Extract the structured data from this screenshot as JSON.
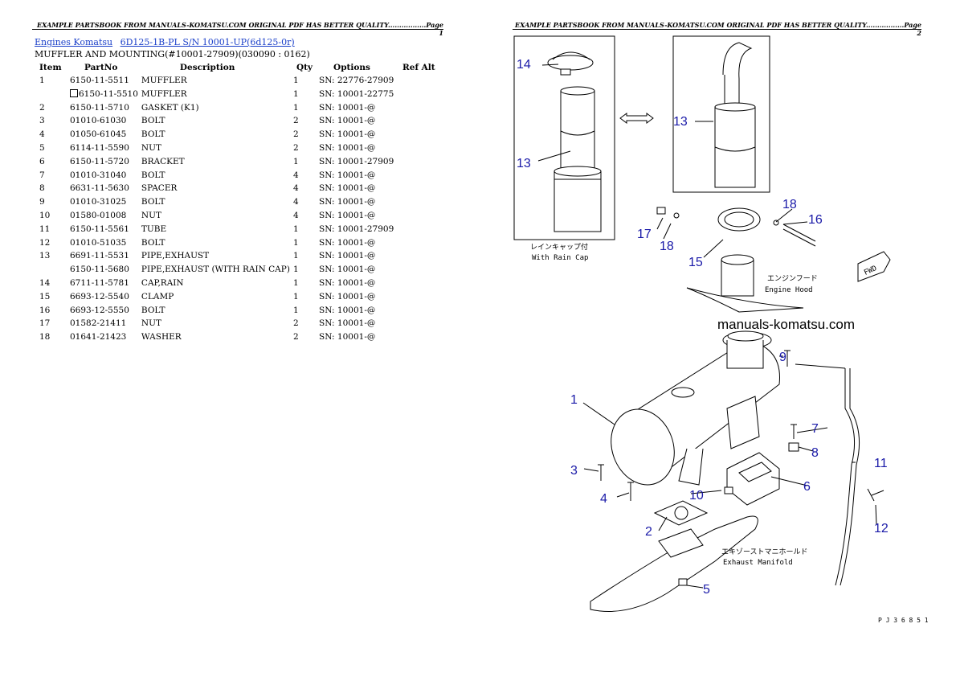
{
  "header": {
    "page1": "EXAMPLE PARTSBOOK FROM MANUALS-KOMATSU.COM ORIGINAL PDF HAS BETTER QUALITY.................Page 1",
    "page2": "EXAMPLE PARTSBOOK FROM MANUALS-KOMATSU.COM ORIGINAL PDF HAS BETTER QUALITY.................Page 2"
  },
  "breadcrumb": {
    "link1": "Engines Komatsu",
    "link2": "6D125-1B-PL S/N 10001-UP(6d125-0r)"
  },
  "subtitle": "MUFFLER AND MOUNTING(#10001-27909)(030090 : 0162)",
  "table": {
    "headers": [
      "Item",
      "PartNo",
      "Description",
      "Qty",
      "Options",
      "Ref Alt"
    ],
    "rows": [
      {
        "item": "1",
        "partno": "6150-11-5511",
        "desc": "MUFFLER",
        "qty": "1",
        "options": "SN: 22776-27909",
        "alt": false
      },
      {
        "item": "",
        "partno": "6150-11-5510",
        "desc": "MUFFLER",
        "qty": "1",
        "options": "SN: 10001-22775",
        "alt": true
      },
      {
        "item": "2",
        "partno": "6150-11-5710",
        "desc": "GASKET (K1)",
        "qty": "1",
        "options": "SN: 10001-@",
        "alt": false
      },
      {
        "item": "3",
        "partno": "01010-61030",
        "desc": "BOLT",
        "qty": "2",
        "options": "SN: 10001-@",
        "alt": false
      },
      {
        "item": "4",
        "partno": "01050-61045",
        "desc": "BOLT",
        "qty": "2",
        "options": "SN: 10001-@",
        "alt": false
      },
      {
        "item": "5",
        "partno": "6114-11-5590",
        "desc": "NUT",
        "qty": "2",
        "options": "SN: 10001-@",
        "alt": false
      },
      {
        "item": "6",
        "partno": "6150-11-5720",
        "desc": "BRACKET",
        "qty": "1",
        "options": "SN: 10001-27909",
        "alt": false
      },
      {
        "item": "7",
        "partno": "01010-31040",
        "desc": "BOLT",
        "qty": "4",
        "options": "SN: 10001-@",
        "alt": false
      },
      {
        "item": "8",
        "partno": "6631-11-5630",
        "desc": "SPACER",
        "qty": "4",
        "options": "SN: 10001-@",
        "alt": false
      },
      {
        "item": "9",
        "partno": "01010-31025",
        "desc": "BOLT",
        "qty": "4",
        "options": "SN: 10001-@",
        "alt": false
      },
      {
        "item": "10",
        "partno": "01580-01008",
        "desc": "NUT",
        "qty": "4",
        "options": "SN: 10001-@",
        "alt": false
      },
      {
        "item": "11",
        "partno": "6150-11-5561",
        "desc": "TUBE",
        "qty": "1",
        "options": "SN: 10001-27909",
        "alt": false
      },
      {
        "item": "12",
        "partno": "01010-51035",
        "desc": "BOLT",
        "qty": "1",
        "options": "SN: 10001-@",
        "alt": false
      },
      {
        "item": "13",
        "partno": "6691-11-5531",
        "desc": "PIPE,EXHAUST",
        "qty": "1",
        "options": "SN: 10001-@",
        "alt": false
      },
      {
        "item": "",
        "partno": "6150-11-5680",
        "desc": "PIPE,EXHAUST (WITH RAIN CAP)",
        "qty": "1",
        "options": "SN: 10001-@",
        "alt": false
      },
      {
        "item": "14",
        "partno": "6711-11-5781",
        "desc": "CAP,RAIN",
        "qty": "1",
        "options": "SN: 10001-@",
        "alt": false
      },
      {
        "item": "15",
        "partno": "6693-12-5540",
        "desc": "CLAMP",
        "qty": "1",
        "options": "SN: 10001-@",
        "alt": false
      },
      {
        "item": "16",
        "partno": "6693-12-5550",
        "desc": "BOLT",
        "qty": "1",
        "options": "SN: 10001-@",
        "alt": false
      },
      {
        "item": "17",
        "partno": "01582-21411",
        "desc": "NUT",
        "qty": "2",
        "options": "SN: 10001-@",
        "alt": false
      },
      {
        "item": "18",
        "partno": "01641-21423",
        "desc": "WASHER",
        "qty": "2",
        "options": "SN: 10001-@",
        "alt": false
      }
    ]
  },
  "diagram": {
    "callouts": [
      "14",
      "13",
      "13",
      "18",
      "17",
      "16",
      "18",
      "15",
      "9",
      "1",
      "7",
      "8",
      "3",
      "6",
      "4",
      "10",
      "11",
      "12",
      "2",
      "5"
    ],
    "rain_cap_jp": "レインキャップ付",
    "rain_cap_en": "With Rain Cap",
    "hood_jp": "エンジンフード",
    "hood_en": "Engine Hood",
    "manifold_jp": "エキゾーストマニホールド",
    "manifold_en": "Exhaust Manifold",
    "fwd": "FWD",
    "watermark": "manuals-komatsu.com",
    "plate_no": "P J 3 6 8 5 1"
  }
}
